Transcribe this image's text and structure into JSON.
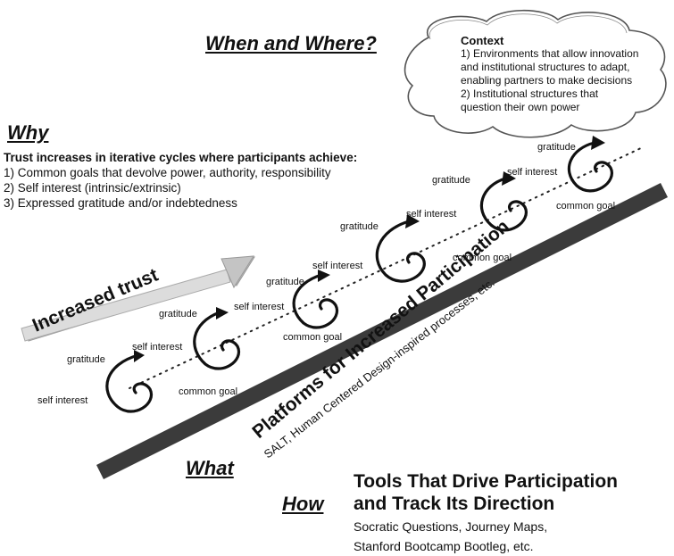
{
  "title": "When and Where?",
  "context": {
    "heading": "Context",
    "lines": [
      "1) Environments that allow innovation",
      "and institutional structures to adapt,",
      "enabling partners to make decisions",
      "2) Institutional structures that",
      "question their own power"
    ]
  },
  "why": {
    "heading": "Why",
    "intro": "Trust increases in iterative cycles where participants achieve:",
    "items": [
      "1) Common goals that devolve power, authority, responsibility",
      "2) Self interest (intrinsic/extrinsic)",
      "3) Expressed gratitude and/or indebtedness"
    ]
  },
  "trust_arrow_label": "Increased trust",
  "platform": {
    "title": "Platforms for Increased Participation",
    "subtitle": "SALT, Human Centered Design-inspired processes, etc."
  },
  "what_label": "What",
  "how": {
    "label": "How",
    "title_line1": "Tools That Drive Participation",
    "title_line2": "and Track Its Direction",
    "sub_line1": "Socratic Questions, Journey Maps,",
    "sub_line2": "Stanford Bootcamp Bootleg, etc."
  },
  "cycle_labels": {
    "self_interest": "self interest",
    "gratitude": "gratitude",
    "common_goal": "common goal"
  }
}
